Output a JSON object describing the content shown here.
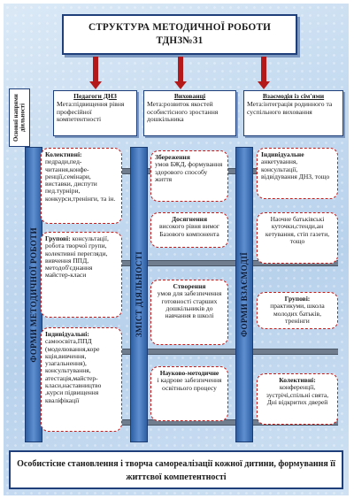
{
  "title": {
    "line1": "СТРУКТУРА МЕТОДИЧНОЇ РОБОТИ",
    "line2": "ТДНЗ№31"
  },
  "side_label": "Основні напрями діяльності",
  "headers": [
    {
      "heading": "Педагоги ДНЗ",
      "body": "Мета:підвищення рівня професійної компетентності"
    },
    {
      "heading": "Вихованці",
      "body": "Мета:розвиток якостей особистісного зростання дошкільника"
    },
    {
      "heading": "Взаємодія із сім'ями",
      "body": "Мета:інтеграція родинного та суспільного виховання"
    }
  ],
  "columns": {
    "left": "ФОРМИ МЕТОДИЧНОЇ РОБОТИ",
    "middle": "ЗМІСТ ДІЯЛЬНОСТІ",
    "right": "ФОРМИ ВЗАЄМОДІЇ"
  },
  "left_boxes": [
    {
      "title": "Колективні:",
      "text": "педради,пед-читання,конфе-ренції,семінари, виставки, диспути пед.турніри, конкурси,тренінги, та ін."
    },
    {
      "title": "Групові:",
      "text": "консультації, робота творчої групи, колективні перегляди, вивчення ППД, методоб'єднання майстер-класи"
    },
    {
      "title": "Індивідуальні:",
      "text": "самоосвіта,ППД (моделювання,коре кція,вивчення, узагальнення), консультування, атестація,майстер-класи,наставництво ,курси підвищення кваліфікації"
    }
  ],
  "middle_boxes": [
    {
      "title": "Збереження",
      "text": "умов БЖД, формування здорового способу життя"
    },
    {
      "title": "Досягнення",
      "text": "високого рівня вимог Базового компонента"
    },
    {
      "title": "Створення",
      "text": "умов для забезпечення готовності старших дошкільників до навчання в школі"
    },
    {
      "title": "Науково-методичне",
      "text": "і кадрове забезпечення освітнього процесу"
    }
  ],
  "right_boxes": [
    {
      "title": "Індивідуальне",
      "text": "анкетування, консультації, відвідування ДНЗ, тощо"
    },
    {
      "title": "",
      "text": "Наочне батьківські куточки,стенди,ан кетування, стіп газети, тощо"
    },
    {
      "title": "Групові:",
      "text": "практикуми, школа молодих батьків, тренінги"
    },
    {
      "title": "Колективні:",
      "text": "конференції, зустрічі,спільні свята, Дні відкритих дверей"
    }
  ],
  "bottom": "Особистісне становлення і творча самореалізації кожної дитини, формування її життєвої компетентності",
  "colors": {
    "arrow": "#b51818",
    "column": "#2e5fa4",
    "box_border_dashed": "#c21d1d",
    "frame": "#1f3f7a",
    "bar": "#6f7d8e"
  }
}
